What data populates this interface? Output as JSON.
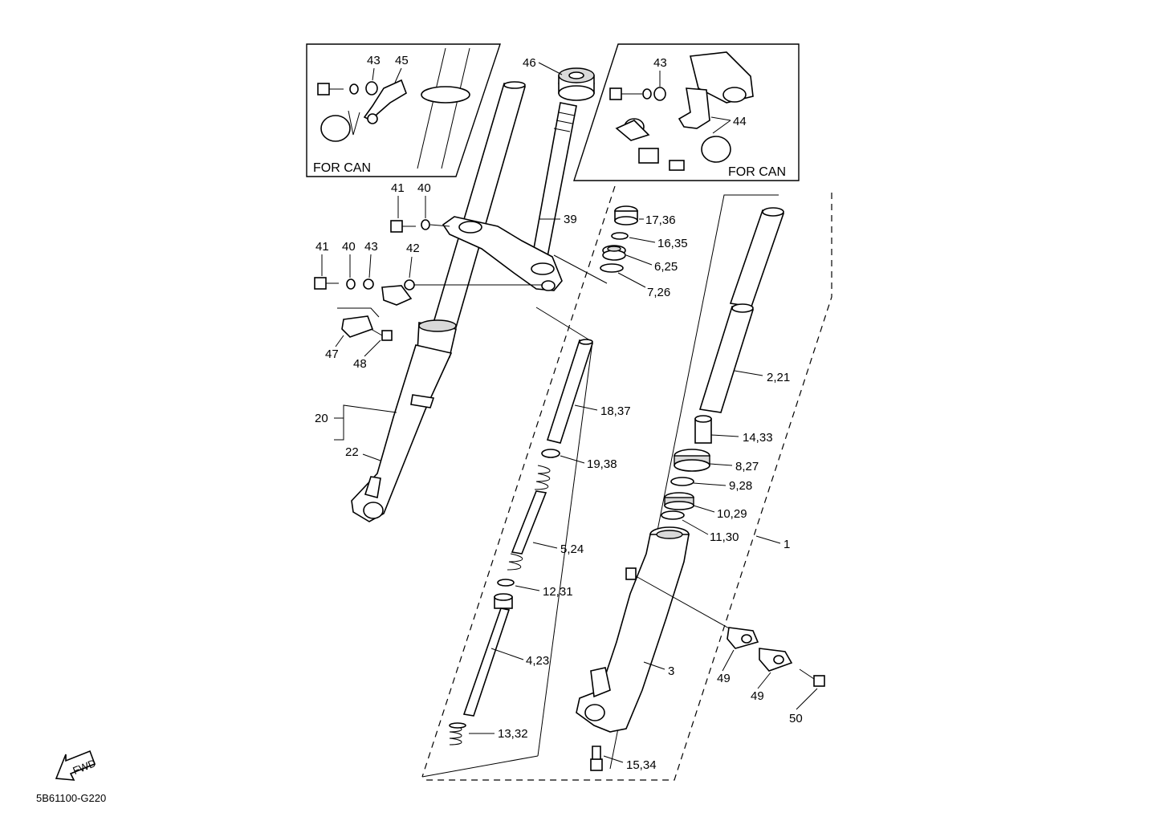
{
  "diagram": {
    "inset_left_caption": "FOR CAN",
    "inset_right_caption": "FOR CAN",
    "fwd_label": "FWD",
    "diagram_code": "5B61100-G220",
    "labels": {
      "l43a": "43",
      "l45": "45",
      "l46": "46",
      "l43b": "43",
      "l44": "44",
      "l41a": "41",
      "l40a": "40",
      "l39": "39",
      "l41b": "41",
      "l40b": "40",
      "l43c": "43",
      "l42": "42",
      "l47": "47",
      "l48": "48",
      "l20": "20",
      "l22": "22",
      "l17": "17,36",
      "l16": "16,35",
      "l6": "6,25",
      "l7": "7,26",
      "l18": "18,37",
      "l19": "19,38",
      "l5": "5,24",
      "l12": "12,31",
      "l4": "4,23",
      "l13": "13,32",
      "l2": "2,21",
      "l14": "14,33",
      "l8": "8,27",
      "l9": "9,28",
      "l10": "10,29",
      "l11": "11,30",
      "l1": "1",
      "l3": "3",
      "l49a": "49",
      "l49b": "49",
      "l50": "50",
      "l15": "15,34"
    }
  }
}
